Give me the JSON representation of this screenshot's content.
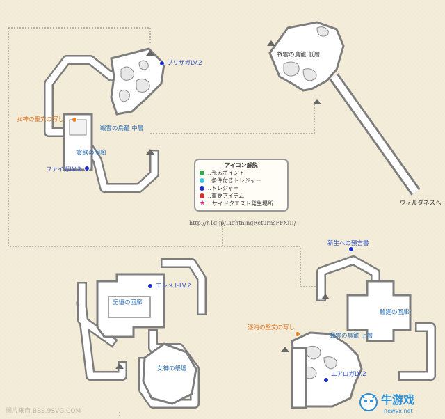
{
  "labels": {
    "blizzaga": "ブリザガLV.2",
    "goddess_text_1": "女神の聖文の写し",
    "upper_area": "戦雲の鳥籠 中層",
    "hall_of_greed": "貪欲の回廊",
    "firaga": "ファイガLV.2",
    "lower_area": "戦雲の鳥籠 低層",
    "wildlands": "ウィルダネスへ",
    "prophecy": "新生への預言書",
    "elemental": "エレメトLV.2",
    "hall_of_memory": "記憶の回廊",
    "hall_of_rebirth": "輪廻の回廊",
    "chaos_text": "混沌の聖文の写し",
    "top_area": "戦雲の鳥籠 上層",
    "aeroga": "エアロガLV.2",
    "goddess_altar": "女神の祭壇"
  },
  "legend": {
    "title": "アイコン解説",
    "items": [
      {
        "label": "…光るポイント",
        "color": "#2fa84a"
      },
      {
        "label": "…条件付きトレジャー",
        "color": "#3ec6e0"
      },
      {
        "label": "…トレジャー",
        "color": "#2030c8"
      },
      {
        "label": "…重要アイテム",
        "color": "#d83030"
      },
      {
        "label": "…サイドクエスト発生場所",
        "color": "#e02090",
        "icon": "star-icon"
      }
    ]
  },
  "url": "http://h1g.jp/LightningReturnsFFXIII/",
  "watermark_left": "图片来自 BBS.9SVG.COM",
  "watermark_logo": {
    "main": "牛游戏",
    "sub": "newyx.net"
  }
}
